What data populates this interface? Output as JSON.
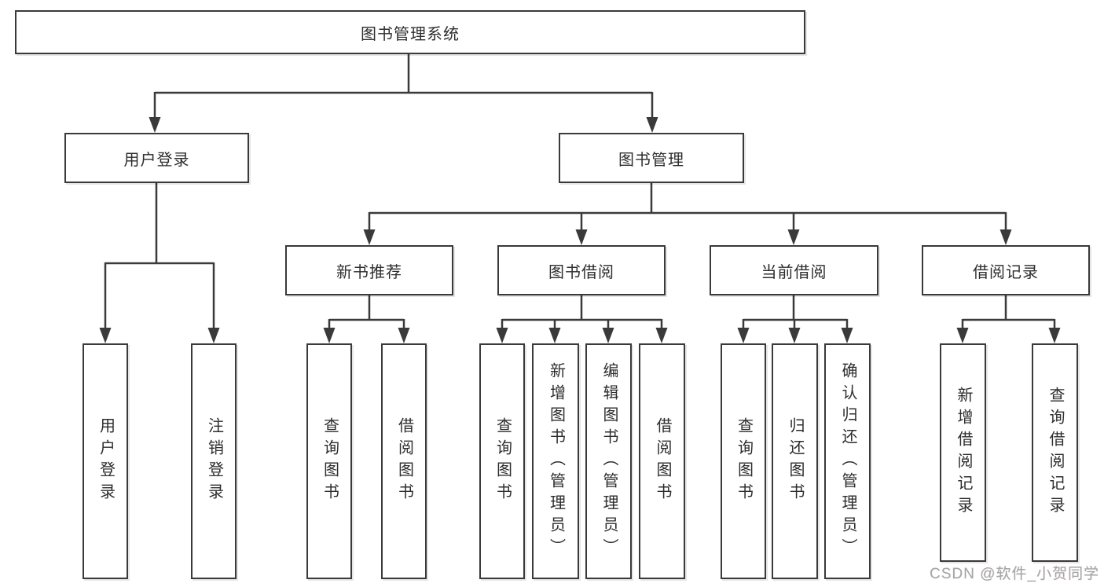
{
  "colors": {
    "line": "#3a3a3a",
    "box_border": "#3a3a3a",
    "box_fill": "#ffffff",
    "text": "#2d2d2d",
    "watermark": "#a5a5a5",
    "background": "#ffffff"
  },
  "watermark": {
    "text": "CSDN @软件_小贺同学"
  },
  "tree": {
    "label": "图书管理系统",
    "children": [
      {
        "label": "用户登录",
        "children": [
          {
            "label": "用户登录"
          },
          {
            "label": "注销登录"
          }
        ]
      },
      {
        "label": "图书管理",
        "children": [
          {
            "label": "新书推荐",
            "children": [
              {
                "label": "查询图书"
              },
              {
                "label": "借阅图书"
              }
            ]
          },
          {
            "label": "图书借阅",
            "children": [
              {
                "label": "查询图书"
              },
              {
                "label": "新增图书（管理员）"
              },
              {
                "label": "编辑图书（管理员）"
              },
              {
                "label": "借阅图书"
              }
            ]
          },
          {
            "label": "当前借阅",
            "children": [
              {
                "label": "查询图书"
              },
              {
                "label": "归还图书"
              },
              {
                "label": "确认归还（管理员）"
              }
            ]
          },
          {
            "label": "借阅记录",
            "children": [
              {
                "label": "新增借阅记录"
              },
              {
                "label": "查询借阅记录"
              }
            ]
          }
        ]
      }
    ]
  }
}
